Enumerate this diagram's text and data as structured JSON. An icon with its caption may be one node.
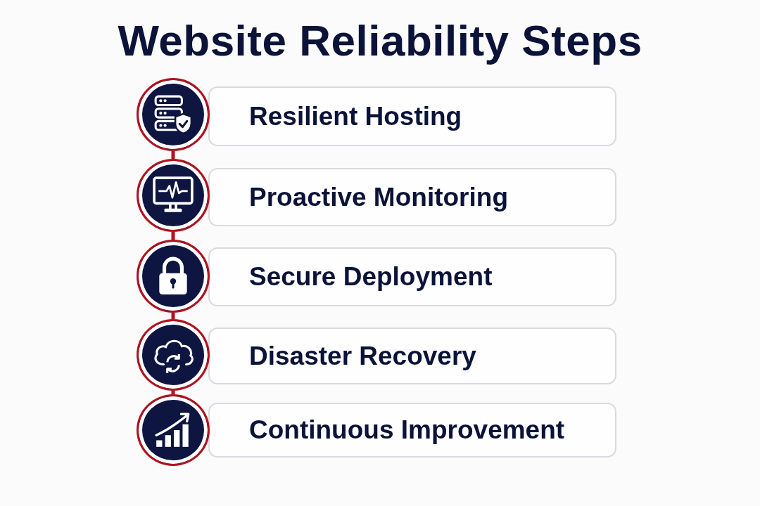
{
  "diagram": {
    "title": "Website Reliability Steps",
    "nodes": [
      {
        "text": [],
        "shape": "circle"
      },
      {
        "text": [
          "Resilient Hosting"
        ]
      },
      {
        "text": [],
        "shape": "circle"
      },
      {
        "text": [
          "Proactive Monitoring"
        ]
      },
      {
        "text": [],
        "shape": "circle"
      },
      {
        "text": [
          "Secure Deployment"
        ]
      },
      {
        "text": [],
        "shape": "circle"
      },
      {
        "text": [
          "Disaster Recovery"
        ]
      },
      {
        "text": [],
        "shape": "circle"
      },
      {
        "text": [
          "Continuous Improvement"
        ]
      }
    ],
    "edges": [
      {
        "from": 0,
        "to": 2,
        "arrow": "none"
      },
      {
        "from": 2,
        "to": 4,
        "arrow": "none"
      },
      {
        "from": 4,
        "to": 6,
        "arrow": "none"
      },
      {
        "from": 6,
        "to": 8,
        "arrow": "none"
      }
    ]
  }
}
